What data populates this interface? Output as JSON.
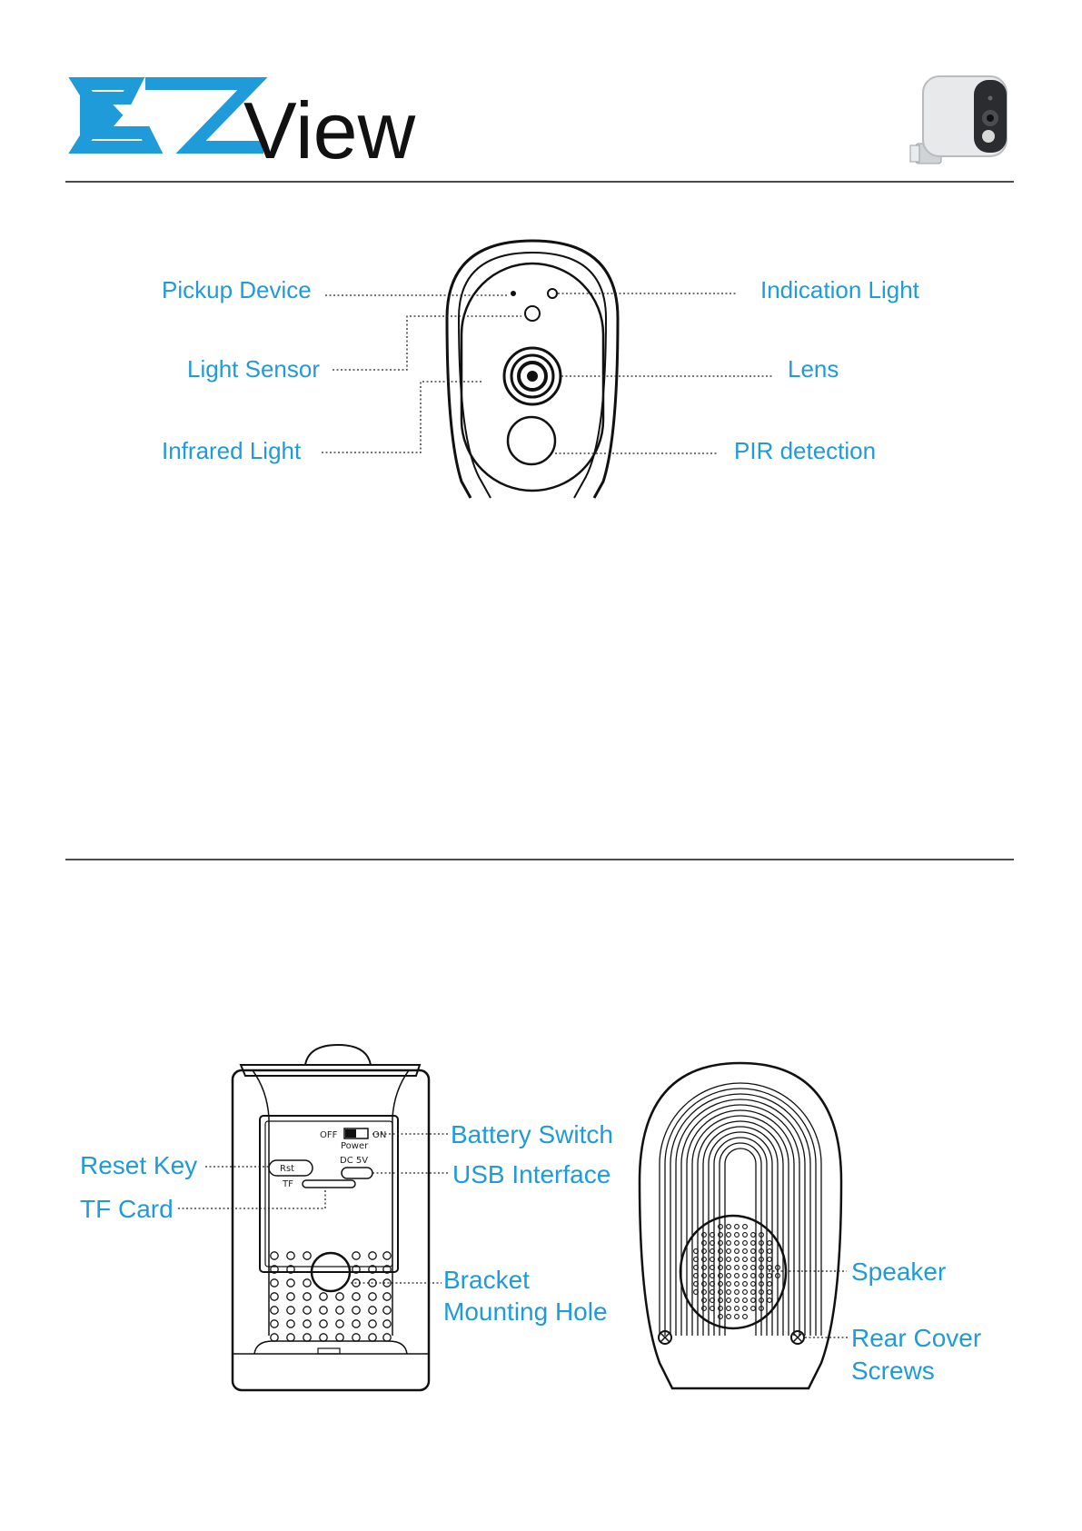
{
  "brand": {
    "logo_text": "View"
  },
  "front_view": {
    "labels": {
      "pickup_device": "Pickup Device",
      "light_sensor": "Light Sensor",
      "infrared_light": "Infrared Light",
      "indication_light": "Indication Light",
      "lens": "Lens",
      "pir_detection": "PIR detection"
    }
  },
  "back_view": {
    "labels": {
      "reset_key": "Reset Key",
      "tf_card": "TF Card",
      "battery_switch": "Battery Switch",
      "usb_interface": "USB Interface",
      "bracket_line1": "Bracket",
      "bracket_line2": "Mounting Hole",
      "speaker": "Speaker",
      "rear_cover_line1": "Rear Cover",
      "rear_cover_line2": "Screws"
    },
    "panel_text": {
      "off": "OFF",
      "on": "ON",
      "power": "Power",
      "dc": "DC 5V",
      "rst": "Rst",
      "tf": "TF"
    }
  },
  "colors": {
    "accent": "#1f9bd9",
    "line": "#111111"
  }
}
